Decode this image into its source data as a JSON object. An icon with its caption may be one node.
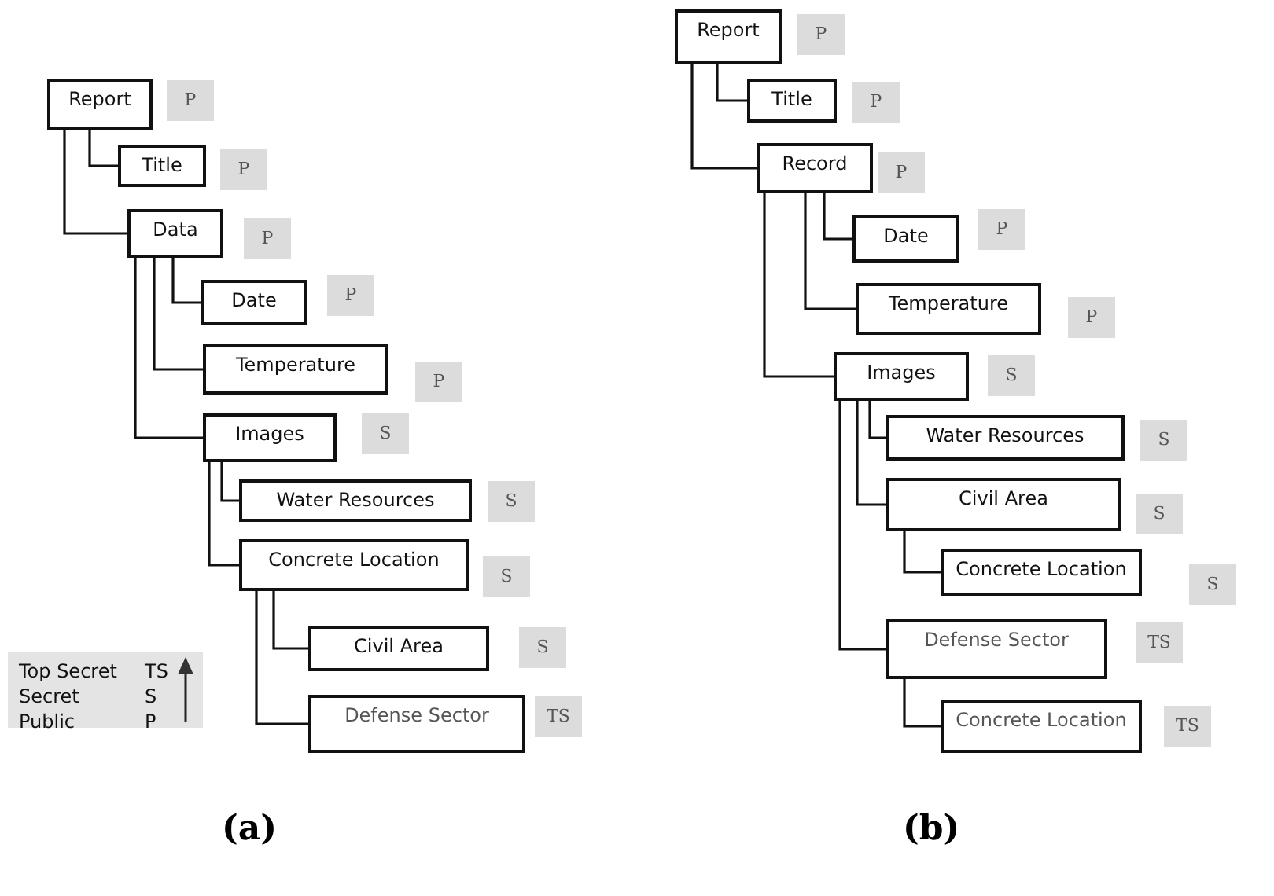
{
  "diagram": {
    "nodes": [
      {
        "text": [
          "Report"
        ],
        "beside": [
          "P"
        ]
      },
      {
        "text": [
          "Title"
        ],
        "beside": [
          "P"
        ]
      },
      {
        "text": [
          "Data"
        ],
        "beside": [
          "P"
        ]
      },
      {
        "text": [
          "Date"
        ],
        "beside": [
          "P"
        ]
      },
      {
        "text": [
          "Temperature"
        ],
        "beside": [
          "P"
        ]
      },
      {
        "text": [
          "Images"
        ],
        "beside": [
          "S"
        ]
      },
      {
        "text": [
          "Water Resources"
        ],
        "beside": [
          "S"
        ]
      },
      {
        "text": [
          "Concrete Location"
        ],
        "beside": [
          "S"
        ]
      },
      {
        "text": [
          "Civil Area"
        ],
        "beside": [
          "S"
        ]
      },
      {
        "text": [
          "Defense Sector"
        ],
        "beside": [
          "TS"
        ]
      },
      {
        "text": [
          "Report"
        ],
        "beside": [
          "P"
        ]
      },
      {
        "text": [
          "Title"
        ],
        "beside": [
          "P"
        ]
      },
      {
        "text": [
          "Record"
        ],
        "beside": [
          "P"
        ]
      },
      {
        "text": [
          "Date"
        ],
        "beside": [
          "P"
        ]
      },
      {
        "text": [
          "Temperature"
        ],
        "beside": [
          "P"
        ]
      },
      {
        "text": [
          "Images"
        ],
        "beside": [
          "S"
        ]
      },
      {
        "text": [
          "Water Resources"
        ],
        "beside": [
          "S"
        ]
      },
      {
        "text": [
          "Civil Area"
        ],
        "beside": [
          "S"
        ]
      },
      {
        "text": [
          "Concrete Location"
        ],
        "beside": [
          "S"
        ]
      },
      {
        "text": [
          "Defense Sector"
        ],
        "beside": [
          "TS"
        ]
      },
      {
        "text": [
          "Concrete Location"
        ],
        "beside": [
          "TS"
        ]
      }
    ],
    "edges": [
      {
        "from": 0,
        "to": 1,
        "arrow": "none"
      },
      {
        "from": 0,
        "to": 2,
        "arrow": "none"
      },
      {
        "from": 2,
        "to": 3,
        "arrow": "none"
      },
      {
        "from": 2,
        "to": 4,
        "arrow": "none"
      },
      {
        "from": 2,
        "to": 5,
        "arrow": "none"
      },
      {
        "from": 5,
        "to": 6,
        "arrow": "none"
      },
      {
        "from": 5,
        "to": 7,
        "arrow": "none"
      },
      {
        "from": 7,
        "to": 8,
        "arrow": "none"
      },
      {
        "from": 7,
        "to": 9,
        "arrow": "none"
      },
      {
        "from": 10,
        "to": 11,
        "arrow": "none"
      },
      {
        "from": 10,
        "to": 12,
        "arrow": "none"
      },
      {
        "from": 12,
        "to": 13,
        "arrow": "none"
      },
      {
        "from": 12,
        "to": 14,
        "arrow": "none"
      },
      {
        "from": 12,
        "to": 15,
        "arrow": "none"
      },
      {
        "from": 15,
        "to": 16,
        "arrow": "none"
      },
      {
        "from": 15,
        "to": 17,
        "arrow": "none"
      },
      {
        "from": 15,
        "to": 19,
        "arrow": "none"
      },
      {
        "from": 17,
        "to": 18,
        "arrow": "none"
      },
      {
        "from": 19,
        "to": 20,
        "arrow": "none"
      }
    ],
    "labels": [
      "Top Secret",
      "TS",
      "Secret",
      "S",
      "Public",
      "P",
      "(a)",
      "(b)"
    ]
  }
}
